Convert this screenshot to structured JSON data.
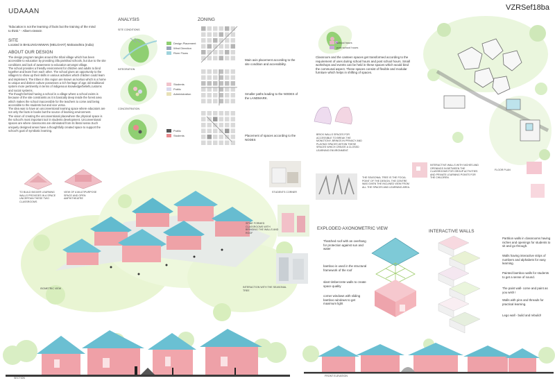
{
  "header": {
    "title": "UDAAAN",
    "code": "VZRSef18ba"
  },
  "quote": "\"Education is not the learning of facts but the training of the mind to think.\" - Albert einstein",
  "site": {
    "heading": "SITE",
    "location": "Located in BHILUNGANIWAN (MELGHAT) Maharashtra (India)"
  },
  "about": {
    "heading": "ABOUT OUR DESIGN",
    "body": "The design program tangles around the tribal village which has been accessible to education by providing zilla parishad schools, but due to the site conditions and lack of awareness to education amongst village.\nThe school provides a friendly environment for children and adults to bind together and learn from each other. The school gives an opportunity to the villagers to show up their skills in various activities which children could learn and implement. The tribes in this region are known as korkus which is a home to unique and distinct culture possesses a rich heritage of age old traditional system more pertinently in terms of indigenous knowledge/beliefs,customs and social systems.\nThe thought behind having a school in a village where a school exists is because of the site constraints as it is basically deep inside the forest area which makes the school inaccessible for the teachers to come and being accessible to the students but and vice versa.\nThe idea was to have an unconventional learning space where educators are not only the facts in books but the source of learning environment.\nThe vision of creating the unconventional placewhere the physical space is the school's most important tool in students development. Unconventional spaces are where classrooms are eliminated from its literal sense.Such uniquely designed areas have a thoughtfully created space to support the school's goal of symbiotic learning."
  },
  "analysis": {
    "heading": "ANALYSIS",
    "site_conditions": {
      "label": "SITE CONDITIONS",
      "legend": [
        "Design Placement",
        "Wind Direction",
        "River Flows"
      ],
      "colors": [
        "#8fcf72",
        "#9aa5b8",
        "#9fd3dc"
      ]
    },
    "integration": {
      "label": "INTEGRATION",
      "legend": [
        "Students",
        "Public",
        "Administration"
      ],
      "colors": [
        "#f2c3cc",
        "#d9d9ee",
        "#e8e1b6"
      ]
    },
    "concentration": {
      "label": "CONCENTRATION",
      "legend": [
        "Public",
        "Students"
      ],
      "colors": [
        "#555555",
        "#e98b8f"
      ]
    }
  },
  "zoning": {
    "heading": "ZONING",
    "notes": [
      "Main axis placement according to the site condition and accessibility.",
      "Smaller paths leading to the NODES of the LANDMARK.",
      "Placement of spaces according to the NODES"
    ]
  },
  "hours": {
    "legend": [
      "school hours",
      "post school hours"
    ],
    "legend_colors": [
      "#e7b5c3",
      "#c9a6d8"
    ],
    "text": "Classroom and the canteen spaces get transformed according to the requirement of uses during school hours and post school hours. Small workshops and events can be held in these spaces which would bind the communal aspect. These spaces consist of flexible and modular furniture which helps in shifting of spaces."
  },
  "floor_plan": {
    "label": "FLOOR PLAN"
  },
  "notes_left": {
    "intimate": "TO BUILD BIGGER LEARNING WALLS PROVIDES IN A SPACE UNCERTAIN THESE TWO CLASSROOMS",
    "view": "VIEW OF A MULTIPURPOSE SPACE AND OPEN AMPHITHEATRE",
    "corridor": "STUDENTS CORNER",
    "spine": "SPINE FORMED CLASSROOMS WITH BRINGING THE WALLS AND ROOF",
    "interaction": "INTERACTION WITH THE SEASONAL TREE"
  },
  "brick_wall_text": "BRICK WALLS SPACES FOR ACCESSIBLE TO BREAK THE MONOTONY, BRINGS IN PRIVACY AND PLAYING SPACES WITHIN THESE SPACES WHICH CREATE A CLOSED LEARNING ENVIRONMENT.",
  "tree_text": "THE SEASONAL TREE IS THE FOCAL POINT OF THE DESIGN. THE CENTRE WAS GIVEN THE INCLINED VIEW FROM ALL THE SPACES AND LEARNING AREA.",
  "window_text": "INTERACTIVE WALLS WITH NICHES AND OPENINGS IN BETWEEN THE CLASSROOMS FOR GROUP ACTIVITIES AND PRIVATE LEARNING POINTS FOR THE CHILDREN.",
  "isometric": {
    "label": "ISOMETRIC VIEW"
  },
  "exploded": {
    "heading": "EXPLODED AXONOMETRIC VIEW",
    "notes": [
      "Thatched roof with an overhang for protection against sun and water",
      "bamboo is used in the structural framework of the roof",
      "slant timbercrete walls to create space quality",
      "corner windows with sliding bamboo windows to get maximum light"
    ]
  },
  "walls": {
    "heading": "INTERACTIVE WALLS",
    "notes": [
      "Partition walls in classrooms having niches and openings for students to sit and go through.",
      "Walls having interactive strips of numbers and alphabets for easy learning.",
      "Painted bamboo walls for students to get a sense of sound.",
      "The paint wall- come and paint as you wish !",
      "Walls with pins and threads for practical learning.",
      "Lego wall - build and rebuild!"
    ]
  },
  "section": {
    "label": "SECTION"
  },
  "elevation": {
    "label": "FRONT ELEVATION"
  }
}
